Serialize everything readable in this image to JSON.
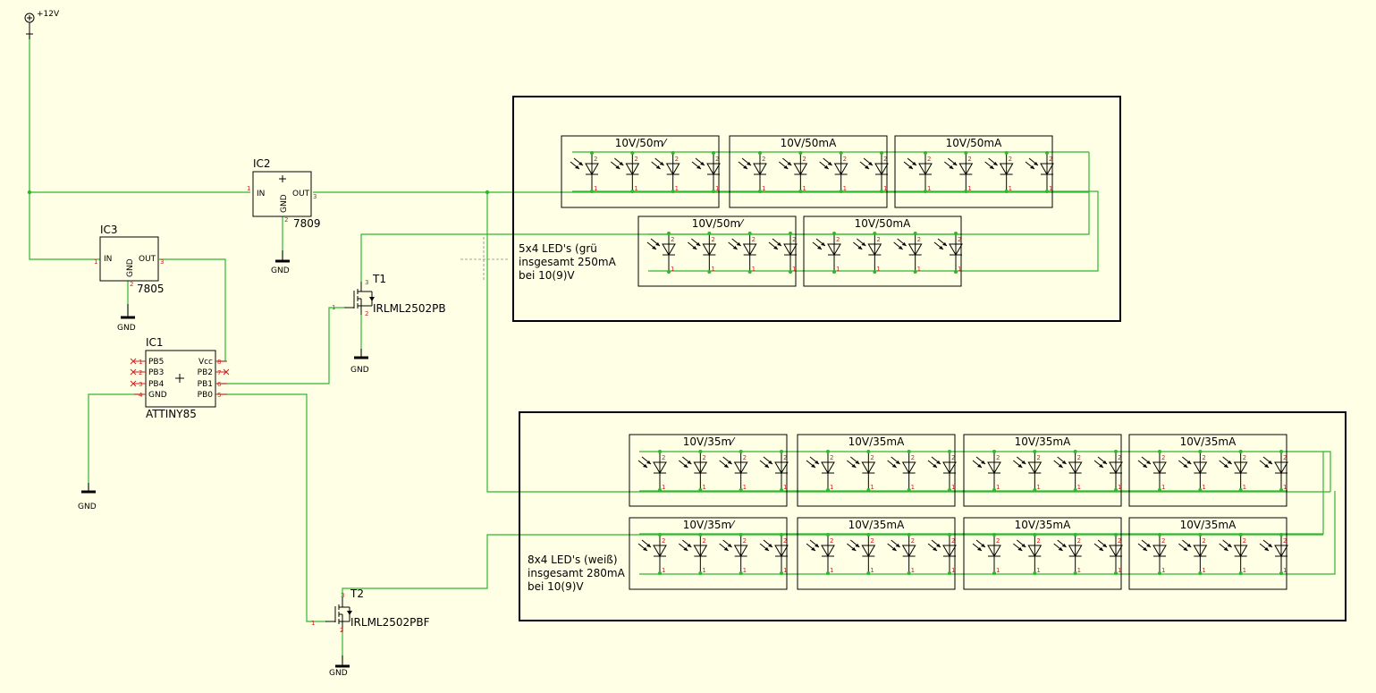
{
  "supply": {
    "label": "+12V"
  },
  "ic2": {
    "name": "IC2",
    "value": "7809",
    "in": "IN",
    "out": "OUT",
    "gnd": "GND",
    "pin_in": "1",
    "pin_out": "3",
    "pin_gnd": "2"
  },
  "ic3": {
    "name": "IC3",
    "value": "7805",
    "in": "IN",
    "out": "OUT",
    "gnd": "GND",
    "pin_in": "1",
    "pin_out": "3",
    "pin_gnd": "2"
  },
  "ic1": {
    "name": "IC1",
    "value": "ATTINY85",
    "left_pins": [
      "PB5",
      "PB3",
      "PB4",
      "GND"
    ],
    "left_nums": [
      "1",
      "2",
      "3",
      "4"
    ],
    "right_pins": [
      "Vcc",
      "PB2",
      "PB1",
      "PB0"
    ],
    "right_nums": [
      "8",
      "7",
      "6",
      "5"
    ]
  },
  "t1": {
    "name": "T1",
    "value": "IRLML2502PB",
    "pins": [
      "3",
      "1",
      "2"
    ]
  },
  "t2": {
    "name": "T2",
    "value": "IRLML2502PBF",
    "pins": [
      "3",
      "1",
      "2"
    ]
  },
  "gnd_label": "GND",
  "green_group": {
    "modules_top": [
      "10V/50m⁄",
      "10V/50mA",
      "10V/50mA"
    ],
    "modules_bottom": [
      "10V/50m⁄",
      "10V/50mA"
    ],
    "note": [
      "5x4 LED's (grü",
      "insgesamt 250mA",
      "bei 10(9)V"
    ]
  },
  "white_group": {
    "modules_top": [
      "10V/35m⁄",
      "10V/35mA",
      "10V/35mA",
      "10V/35mA"
    ],
    "modules_bottom": [
      "10V/35m⁄",
      "10V/35mA",
      "10V/35mA",
      "10V/35mA"
    ],
    "note": [
      "8x4 LED's (weiß)",
      "insgesamt 280mA",
      "bei 10(9)V"
    ]
  },
  "led_pin_labels": {
    "anode": "2",
    "cathode": "1"
  }
}
